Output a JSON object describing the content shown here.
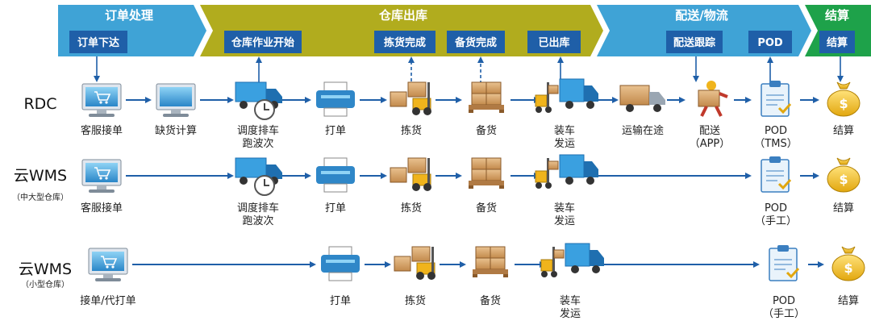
{
  "stages": [
    {
      "name": "订单处理",
      "color": "#3fa3d6",
      "subs": [
        "订单下达"
      ]
    },
    {
      "name": "仓库出库",
      "color": "#b1ac1e",
      "subs": [
        "仓库作业开始",
        "拣货完成",
        "备货完成",
        "已出库"
      ]
    },
    {
      "name": "配送/物流",
      "color": "#3fa3d6",
      "subs": [
        "配送跟踪",
        "POD"
      ]
    },
    {
      "name": "结算",
      "color": "#1ea24a",
      "subs": [
        "结算"
      ]
    }
  ],
  "rows": [
    {
      "label": "RDC",
      "sub": "",
      "nodes": [
        {
          "icon": "computer-cart-icon",
          "label": "客服接单"
        },
        {
          "icon": "monitor-icon",
          "label": "缺货计算"
        },
        {
          "icon": "truck-clock-icon",
          "label": "调度排车",
          "label2": "跑波次"
        },
        {
          "icon": "printer-icon",
          "label": "打单"
        },
        {
          "icon": "forklift-icon",
          "label": "拣货"
        },
        {
          "icon": "pallet-boxes-icon",
          "label": "备货"
        },
        {
          "icon": "forklift-truck-icon",
          "label": "装车",
          "label2": "发运"
        },
        {
          "icon": "delivery-truck-icon",
          "label": "运输在途"
        },
        {
          "icon": "courier-icon",
          "label": "配送",
          "label2": "（APP）"
        },
        {
          "icon": "clipboard-check-icon",
          "label": "POD",
          "label2": "（TMS）"
        },
        {
          "icon": "money-bag-icon",
          "label": "结算"
        }
      ]
    },
    {
      "label": "云WMS",
      "sub": "（中大型仓库）",
      "nodes": [
        {
          "icon": "computer-cart-icon",
          "label": "客服接单"
        },
        {
          "icon": "truck-clock-icon",
          "label": "调度排车",
          "label2": "跑波次"
        },
        {
          "icon": "printer-icon",
          "label": "打单"
        },
        {
          "icon": "forklift-icon",
          "label": "拣货"
        },
        {
          "icon": "pallet-boxes-icon",
          "label": "备货"
        },
        {
          "icon": "forklift-truck-icon",
          "label": "装车",
          "label2": "发运"
        },
        {
          "icon": "clipboard-check-icon",
          "label": "POD",
          "label2": "（手工）"
        },
        {
          "icon": "money-bag-icon",
          "label": "结算"
        }
      ]
    },
    {
      "label": "云WMS",
      "sub": "（小型仓库）",
      "nodes": [
        {
          "icon": "computer-cart-icon",
          "label": "接单/代打单"
        },
        {
          "icon": "printer-icon",
          "label": "打单"
        },
        {
          "icon": "forklift-icon",
          "label": "拣货"
        },
        {
          "icon": "pallet-boxes-icon",
          "label": "备货"
        },
        {
          "icon": "forklift-truck-icon",
          "label": "装车",
          "label2": "发运"
        },
        {
          "icon": "clipboard-check-icon",
          "label": "POD",
          "label2": "（手工）"
        },
        {
          "icon": "money-bag-icon",
          "label": "结算"
        }
      ]
    }
  ]
}
